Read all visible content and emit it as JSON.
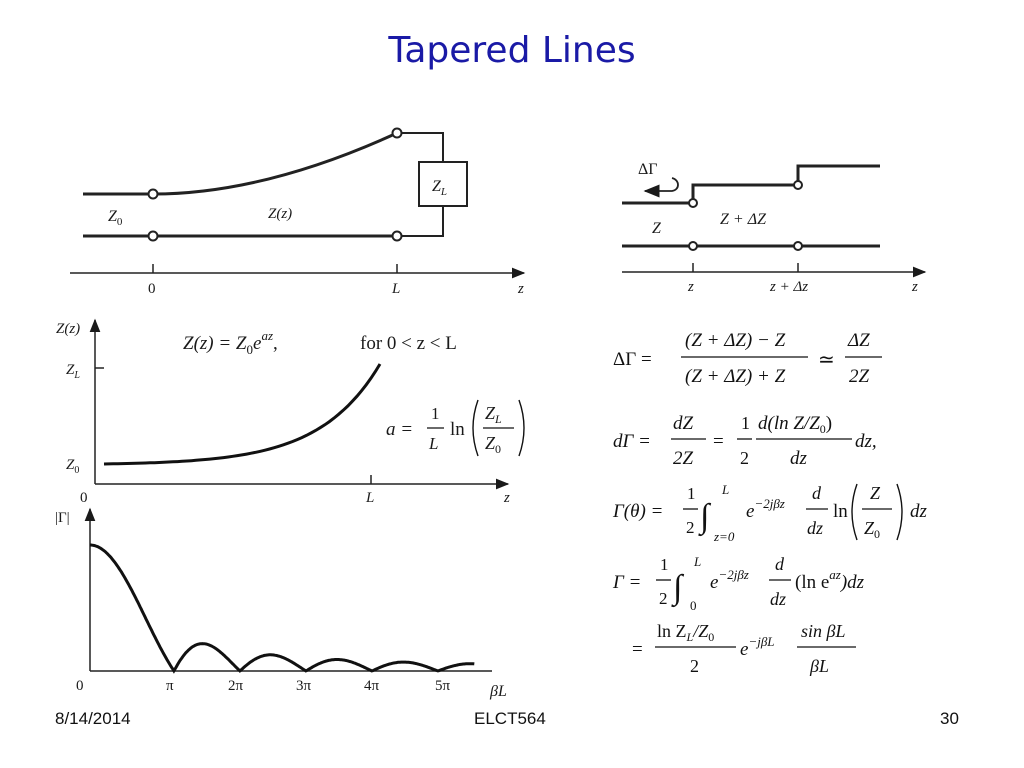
{
  "slide": {
    "title": "Tapered Lines",
    "footer_date": "8/14/2014",
    "footer_course": "ELCT564",
    "footer_page": "30"
  },
  "figure_line": {
    "z0": "Z",
    "z0_sub": "0",
    "zz": "Z(z)",
    "zl": "Z",
    "zl_sub": "L",
    "tick_0": "0",
    "tick_L": "L",
    "axis_z": "z"
  },
  "figure_step": {
    "delta_gamma": "ΔΓ",
    "z_left": "Z",
    "z_right": "Z + ΔZ",
    "tick_z": "z",
    "tick_zdz": "z + Δz",
    "axis_z": "z"
  },
  "figure_impedance": {
    "ylabel": "Z(z)",
    "y_tick_zl": "Z",
    "y_tick_zl_sub": "L",
    "y_tick_z0": "Z",
    "y_tick_z0_sub": "0",
    "x_tick_0": "0",
    "x_tick_L": "L",
    "xlabel": "z",
    "eq1_lhs": "Z(z) = Z",
    "eq1_sub": "0",
    "eq1_e": "e",
    "eq1_exp": "az",
    "eq1_comma": ",",
    "eq1_range": "for 0 < z < L",
    "eq2_a": "a =",
    "eq2_one": "1",
    "eq2_L": "L",
    "eq2_ln": "ln",
    "eq2_num": "Z",
    "eq2_num_sub": "L",
    "eq2_den": "Z",
    "eq2_den_sub": "0"
  },
  "figure_gamma": {
    "ylabel": "|Γ|",
    "x_ticks": [
      "0",
      "π",
      "2π",
      "3π",
      "4π",
      "5π"
    ],
    "xlabel": "βL"
  },
  "equations": {
    "e1_lhs": "ΔΓ =",
    "e1_num": "(Z + ΔZ) − Z",
    "e1_den": "(Z + ΔZ) + Z",
    "e1_approx": "≃",
    "e1_num2": "ΔZ",
    "e1_den2": "2Z",
    "e2_lhs": "dΓ =",
    "e2_num1": "dZ",
    "e2_den1": "2Z",
    "e2_eq": "=",
    "e2_num2": "1",
    "e2_den2": "2",
    "e2_num3": "d(ln Z/Z",
    "e2_num3_sub": "0",
    "e2_num3_close": ")",
    "e2_den3": "dz",
    "e2_tail": "dz,",
    "e3_lhs": "Γ(θ) =",
    "e3_half_num": "1",
    "e3_half_den": "2",
    "e3_int": "∫",
    "e3_upper": "L",
    "e3_lower": "z=0",
    "e3_exp_base": "e",
    "e3_exp": "−2jβz",
    "e3_d_num": "d",
    "e3_d_den": "dz",
    "e3_ln": "ln",
    "e3_frac_num": "Z",
    "e3_frac_den": "Z",
    "e3_frac_den_sub": "0",
    "e3_tail": "dz",
    "e4_lhs": "Γ =",
    "e4_half_num": "1",
    "e4_half_den": "2",
    "e4_int": "∫",
    "e4_upper": "L",
    "e4_lower": "0",
    "e4_exp_base": "e",
    "e4_exp": "−2jβz",
    "e4_d_num": "d",
    "e4_d_den": "dz",
    "e4_paren": "(ln e",
    "e4_paren_exp": "az",
    "e4_tail": ")dz",
    "e5_eq": "=",
    "e5_num1": "ln Z",
    "e5_num1_sub1": "L",
    "e5_num1_mid": "/Z",
    "e5_num1_sub2": "0",
    "e5_den1": "2",
    "e5_exp_base": "e",
    "e5_exp": "−jβL",
    "e5_num2": "sin βL",
    "e5_den2": "βL"
  }
}
